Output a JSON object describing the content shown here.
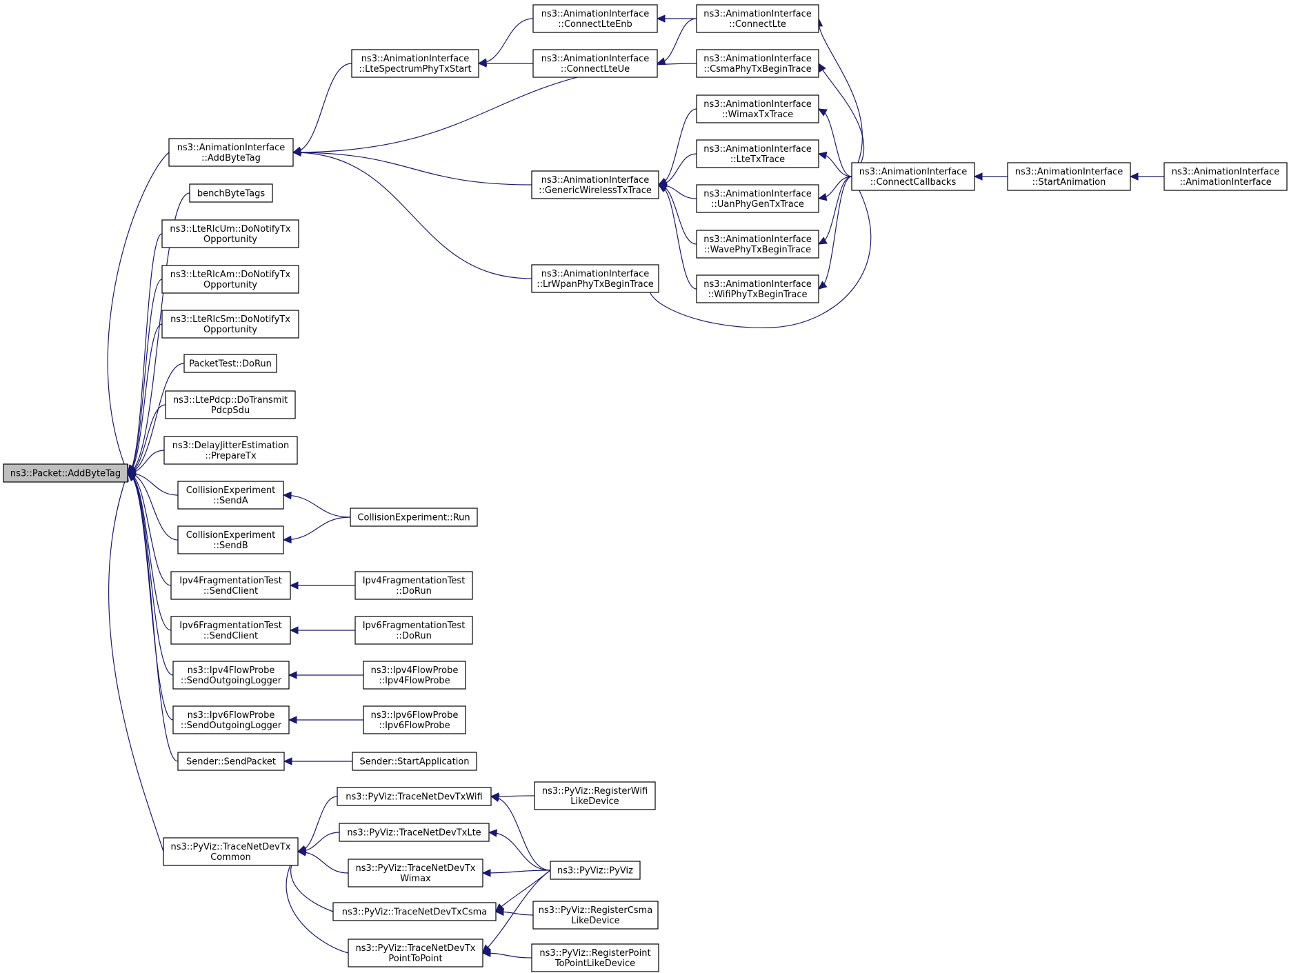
{
  "colors": {
    "edge": "#191970",
    "root_fill": "#bfbfbf",
    "node_fill": "#ffffff",
    "node_stroke": "#000000"
  },
  "nodes": [
    {
      "id": "root",
      "lines": [
        "ns3::Packet::AddByteTag"
      ]
    },
    {
      "id": "ai_addbytetag",
      "lines": [
        "ns3::AnimationInterface",
        "::AddByteTag"
      ]
    },
    {
      "id": "bench",
      "lines": [
        "benchByteTags"
      ]
    },
    {
      "id": "rlcum",
      "lines": [
        "ns3::LteRlcUm::DoNotifyTx",
        "Opportunity"
      ]
    },
    {
      "id": "rlcam",
      "lines": [
        "ns3::LteRlcAm::DoNotifyTx",
        "Opportunity"
      ]
    },
    {
      "id": "rlcsm",
      "lines": [
        "ns3::LteRlcSm::DoNotifyTx",
        "Opportunity"
      ]
    },
    {
      "id": "packettest",
      "lines": [
        "PacketTest::DoRun"
      ]
    },
    {
      "id": "pdcp",
      "lines": [
        "ns3::LtePdcp::DoTransmit",
        "PdcpSdu"
      ]
    },
    {
      "id": "delay",
      "lines": [
        "ns3::DelayJitterEstimation",
        "::PrepareTx"
      ]
    },
    {
      "id": "senda",
      "lines": [
        "CollisionExperiment",
        "::SendA"
      ]
    },
    {
      "id": "sendb",
      "lines": [
        "CollisionExperiment",
        "::SendB"
      ]
    },
    {
      "id": "ipv4frag",
      "lines": [
        "Ipv4FragmentationTest",
        "::SendClient"
      ]
    },
    {
      "id": "ipv6frag",
      "lines": [
        "Ipv6FragmentationTest",
        "::SendClient"
      ]
    },
    {
      "id": "ipv4probe",
      "lines": [
        "ns3::Ipv4FlowProbe",
        "::SendOutgoingLogger"
      ]
    },
    {
      "id": "ipv6probe",
      "lines": [
        "ns3::Ipv6FlowProbe",
        "::SendOutgoingLogger"
      ]
    },
    {
      "id": "sendpacket",
      "lines": [
        "Sender::SendPacket"
      ]
    },
    {
      "id": "pvcommon",
      "lines": [
        "ns3::PyViz::TraceNetDevTx",
        "Common"
      ]
    },
    {
      "id": "ltespec",
      "lines": [
        "ns3::AnimationInterface",
        "::LteSpectrumPhyTxStart"
      ]
    },
    {
      "id": "generic",
      "lines": [
        "ns3::AnimationInterface",
        "::GenericWirelessTxTrace"
      ]
    },
    {
      "id": "lrwpan",
      "lines": [
        "ns3::AnimationInterface",
        "::LrWpanPhyTxBeginTrace"
      ]
    },
    {
      "id": "collrun",
      "lines": [
        "CollisionExperiment::Run"
      ]
    },
    {
      "id": "ipv4fragrun",
      "lines": [
        "Ipv4FragmentationTest",
        "::DoRun"
      ]
    },
    {
      "id": "ipv6fragrun",
      "lines": [
        "Ipv6FragmentationTest",
        "::DoRun"
      ]
    },
    {
      "id": "ipv4probector",
      "lines": [
        "ns3::Ipv4FlowProbe",
        "::Ipv4FlowProbe"
      ]
    },
    {
      "id": "ipv6probector",
      "lines": [
        "ns3::Ipv6FlowProbe",
        "::Ipv6FlowProbe"
      ]
    },
    {
      "id": "startapp",
      "lines": [
        "Sender::StartApplication"
      ]
    },
    {
      "id": "pvwifi",
      "lines": [
        "ns3::PyViz::TraceNetDevTxWifi"
      ]
    },
    {
      "id": "pvlte",
      "lines": [
        "ns3::PyViz::TraceNetDevTxLte"
      ]
    },
    {
      "id": "pvwimax",
      "lines": [
        "ns3::PyViz::TraceNetDevTx",
        "Wimax"
      ]
    },
    {
      "id": "pvcsma",
      "lines": [
        "ns3::PyViz::TraceNetDevTxCsma"
      ]
    },
    {
      "id": "pvp2p",
      "lines": [
        "ns3::PyViz::TraceNetDevTx",
        "PointToPoint"
      ]
    },
    {
      "id": "connenb",
      "lines": [
        "ns3::AnimationInterface",
        "::ConnectLteEnb"
      ]
    },
    {
      "id": "connue",
      "lines": [
        "ns3::AnimationInterface",
        "::ConnectLteUe"
      ]
    },
    {
      "id": "connlte",
      "lines": [
        "ns3::AnimationInterface",
        "::ConnectLte"
      ]
    },
    {
      "id": "csma",
      "lines": [
        "ns3::AnimationInterface",
        "::CsmaPhyTxBeginTrace"
      ]
    },
    {
      "id": "wimax",
      "lines": [
        "ns3::AnimationInterface",
        "::WimaxTxTrace"
      ]
    },
    {
      "id": "ltetx",
      "lines": [
        "ns3::AnimationInterface",
        "::LteTxTrace"
      ]
    },
    {
      "id": "uan",
      "lines": [
        "ns3::AnimationInterface",
        "::UanPhyGenTxTrace"
      ]
    },
    {
      "id": "wave",
      "lines": [
        "ns3::AnimationInterface",
        "::WavePhyTxBeginTrace"
      ]
    },
    {
      "id": "wifi",
      "lines": [
        "ns3::AnimationInterface",
        "::WifiPhyTxBeginTrace"
      ]
    },
    {
      "id": "connectcb",
      "lines": [
        "ns3::AnimationInterface",
        "::ConnectCallbacks"
      ]
    },
    {
      "id": "startanim",
      "lines": [
        "ns3::AnimationInterface",
        "::StartAnimation"
      ]
    },
    {
      "id": "aictor",
      "lines": [
        "ns3::AnimationInterface",
        "::AnimationInterface"
      ]
    },
    {
      "id": "regwifi",
      "lines": [
        "ns3::PyViz::RegisterWifi",
        "LikeDevice"
      ]
    },
    {
      "id": "pyviz",
      "lines": [
        "ns3::PyViz::PyViz"
      ]
    },
    {
      "id": "regcsma",
      "lines": [
        "ns3::PyViz::RegisterCsma",
        "LikeDevice"
      ]
    },
    {
      "id": "regp2p",
      "lines": [
        "ns3::PyViz::RegisterPoint",
        "ToPointLikeDevice"
      ]
    }
  ],
  "edges": [
    [
      "ai_addbytetag",
      "root"
    ],
    [
      "bench",
      "root"
    ],
    [
      "rlcum",
      "root"
    ],
    [
      "rlcam",
      "root"
    ],
    [
      "rlcsm",
      "root"
    ],
    [
      "packettest",
      "root"
    ],
    [
      "pdcp",
      "root"
    ],
    [
      "delay",
      "root"
    ],
    [
      "senda",
      "root"
    ],
    [
      "sendb",
      "root"
    ],
    [
      "ipv4frag",
      "root"
    ],
    [
      "ipv6frag",
      "root"
    ],
    [
      "ipv4probe",
      "root"
    ],
    [
      "ipv6probe",
      "root"
    ],
    [
      "sendpacket",
      "root"
    ],
    [
      "pvcommon",
      "root"
    ],
    [
      "ltespec",
      "ai_addbytetag"
    ],
    [
      "csma",
      "ai_addbytetag"
    ],
    [
      "generic",
      "ai_addbytetag"
    ],
    [
      "lrwpan",
      "ai_addbytetag"
    ],
    [
      "connenb",
      "ltespec"
    ],
    [
      "connue",
      "ltespec"
    ],
    [
      "connlte",
      "connenb"
    ],
    [
      "connlte",
      "connue"
    ],
    [
      "wimax",
      "generic"
    ],
    [
      "ltetx",
      "generic"
    ],
    [
      "uan",
      "generic"
    ],
    [
      "wave",
      "generic"
    ],
    [
      "wifi",
      "generic"
    ],
    [
      "connectcb",
      "connlte"
    ],
    [
      "connectcb",
      "csma"
    ],
    [
      "connectcb",
      "wimax"
    ],
    [
      "connectcb",
      "ltetx"
    ],
    [
      "connectcb",
      "uan"
    ],
    [
      "connectcb",
      "wave"
    ],
    [
      "connectcb",
      "wifi"
    ],
    [
      "connectcb",
      "lrwpan"
    ],
    [
      "startanim",
      "connectcb"
    ],
    [
      "aictor",
      "startanim"
    ],
    [
      "collrun",
      "senda"
    ],
    [
      "collrun",
      "sendb"
    ],
    [
      "ipv4fragrun",
      "ipv4frag"
    ],
    [
      "ipv6fragrun",
      "ipv6frag"
    ],
    [
      "ipv4probector",
      "ipv4probe"
    ],
    [
      "ipv6probector",
      "ipv6probe"
    ],
    [
      "startapp",
      "sendpacket"
    ],
    [
      "pvwifi",
      "pvcommon"
    ],
    [
      "pvlte",
      "pvcommon"
    ],
    [
      "pvwimax",
      "pvcommon"
    ],
    [
      "pvcsma",
      "pvcommon"
    ],
    [
      "pvp2p",
      "pvcommon"
    ],
    [
      "regwifi",
      "pvwifi"
    ],
    [
      "pyviz",
      "pvwifi"
    ],
    [
      "pyviz",
      "pvlte"
    ],
    [
      "pyviz",
      "pvwimax"
    ],
    [
      "pyviz",
      "pvcsma"
    ],
    [
      "pyviz",
      "pvp2p"
    ],
    [
      "regcsma",
      "pvcsma"
    ],
    [
      "regp2p",
      "pvp2p"
    ]
  ]
}
